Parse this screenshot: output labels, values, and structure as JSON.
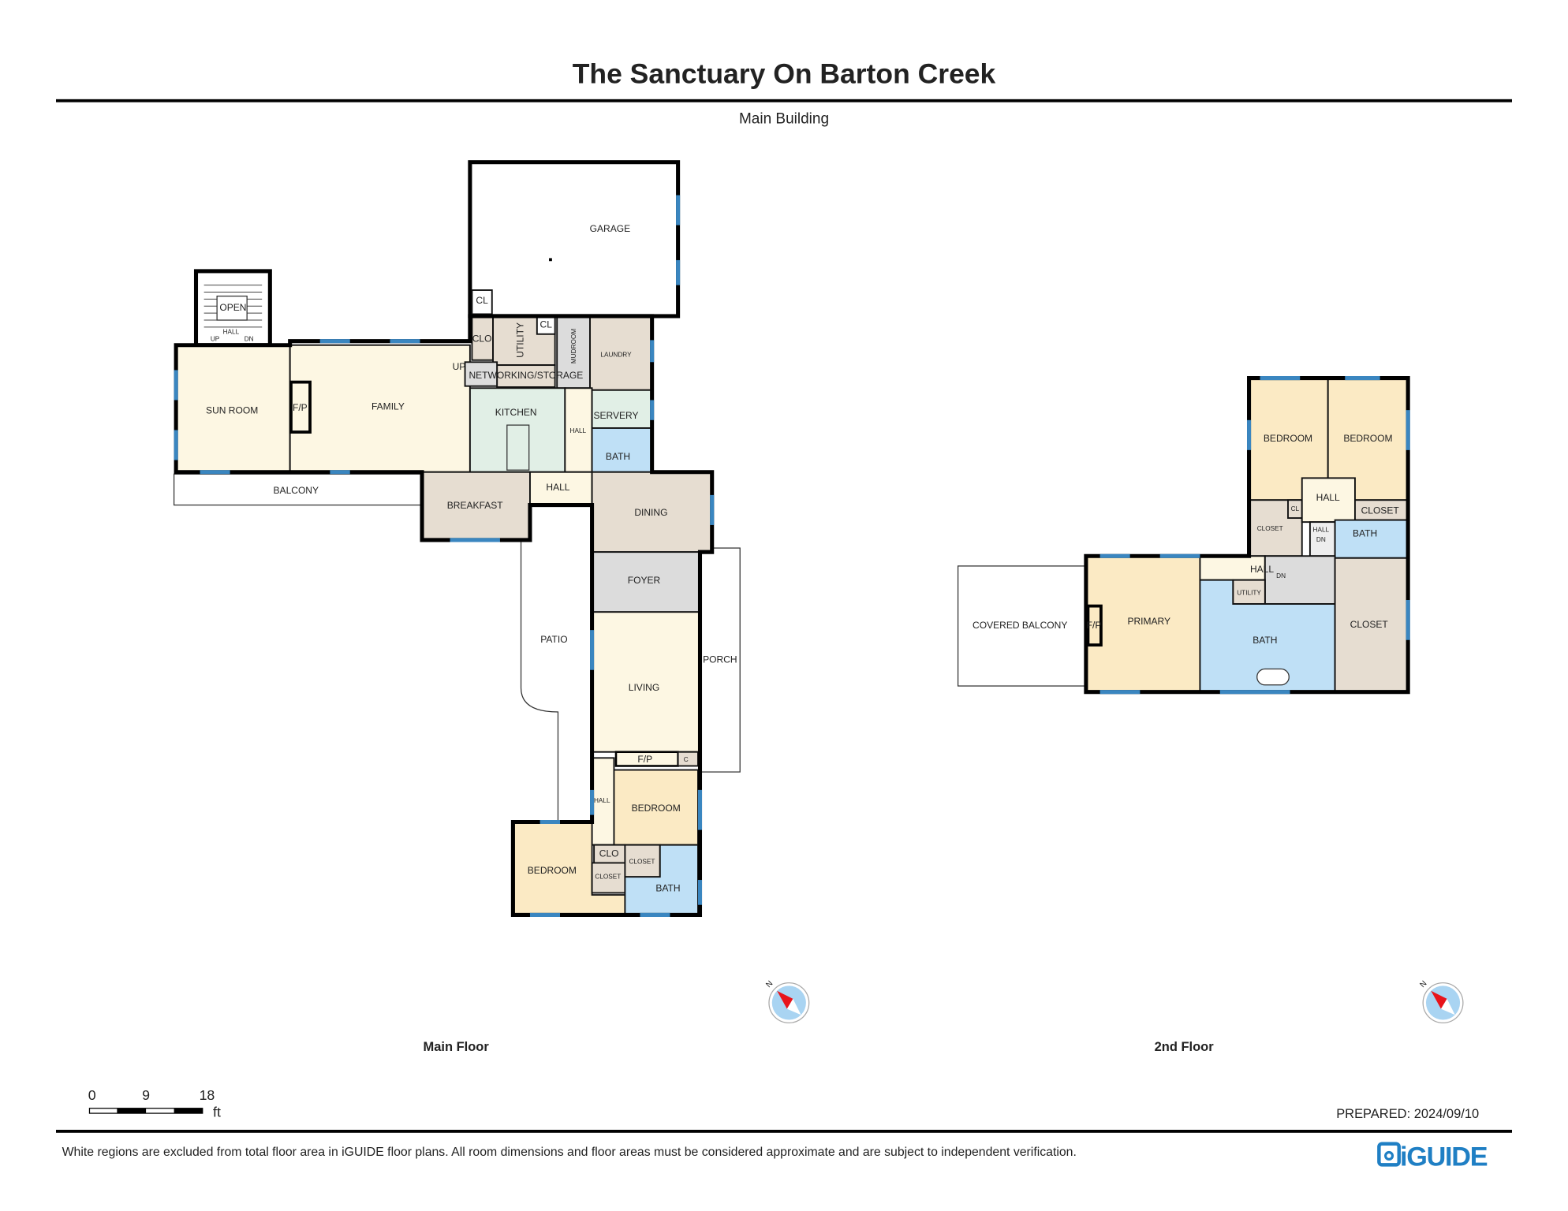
{
  "header": {
    "title": "The Sanctuary On Barton Creek",
    "subtitle": "Main Building"
  },
  "colors": {
    "bedroom": "#fbeac4",
    "living": "#fdf7e3",
    "utility": "#e6ddd1",
    "kitchen": "#e1efe6",
    "bath": "#bfe0f6",
    "foyer": "#dcdcdc",
    "window": "#3a86c0",
    "compass_needle": "#e8141b",
    "brand": "#1f7fc4"
  },
  "main_floor": {
    "label": "Main Floor",
    "rooms": {
      "open": "OPEN",
      "stair_hall": "HALL",
      "stair_up": "UP",
      "stair_dn": "DN",
      "sun_room": "SUN ROOM",
      "fp": "F/P",
      "family": "FAMILY",
      "balcony": "BALCONY",
      "garage": "GARAGE",
      "cl1": "CL",
      "clo": "CLO",
      "utility": "UTILITY",
      "cl2": "CL",
      "networking": "NETWORKING/STORAGE",
      "up": "UP",
      "mudroom": "MUDROOM",
      "laundry": "LAUNDRY",
      "kitchen": "KITCHEN",
      "hall1": "HALL",
      "servery": "SERVERY",
      "bath1": "BATH",
      "hall2": "HALL",
      "breakfast": "BREAKFAST",
      "dining": "DINING",
      "foyer": "FOYER",
      "patio": "PATIO",
      "porch": "PORCH",
      "living": "LIVING",
      "fp2": "F/P",
      "c": "C",
      "hall3": "HALL",
      "bedroom1": "BEDROOM",
      "bedroom2": "BEDROOM",
      "clo2": "CLO",
      "closet1": "CLOSET",
      "closet2": "CLOSET",
      "bath2": "BATH"
    }
  },
  "second_floor": {
    "label": "2nd Floor",
    "rooms": {
      "covered_balcony": "COVERED BALCONY",
      "fp": "F/P",
      "primary": "PRIMARY",
      "bedroom1": "BEDROOM",
      "bedroom2": "BEDROOM",
      "hall1": "HALL",
      "closet1": "CLOSET",
      "cl": "CL",
      "closet2": "CLOSET",
      "hall_dn": "HALL",
      "dn1": "DN",
      "bath1": "BATH",
      "hall2": "HALL",
      "dn2": "DN",
      "utility": "UTILITY",
      "bath2": "BATH",
      "closet3": "CLOSET"
    }
  },
  "compass": {
    "north_label": "N"
  },
  "scale_bar": {
    "ticks": [
      "0",
      "9",
      "18"
    ],
    "unit": "ft"
  },
  "footer": {
    "prepared": "PREPARED: 2024/09/10",
    "disclaimer": "White regions are excluded from total floor area in iGUIDE floor plans. All room dimensions and floor areas must be considered approximate and are subject to independent verification.",
    "logo_text": "iGUIDE"
  }
}
